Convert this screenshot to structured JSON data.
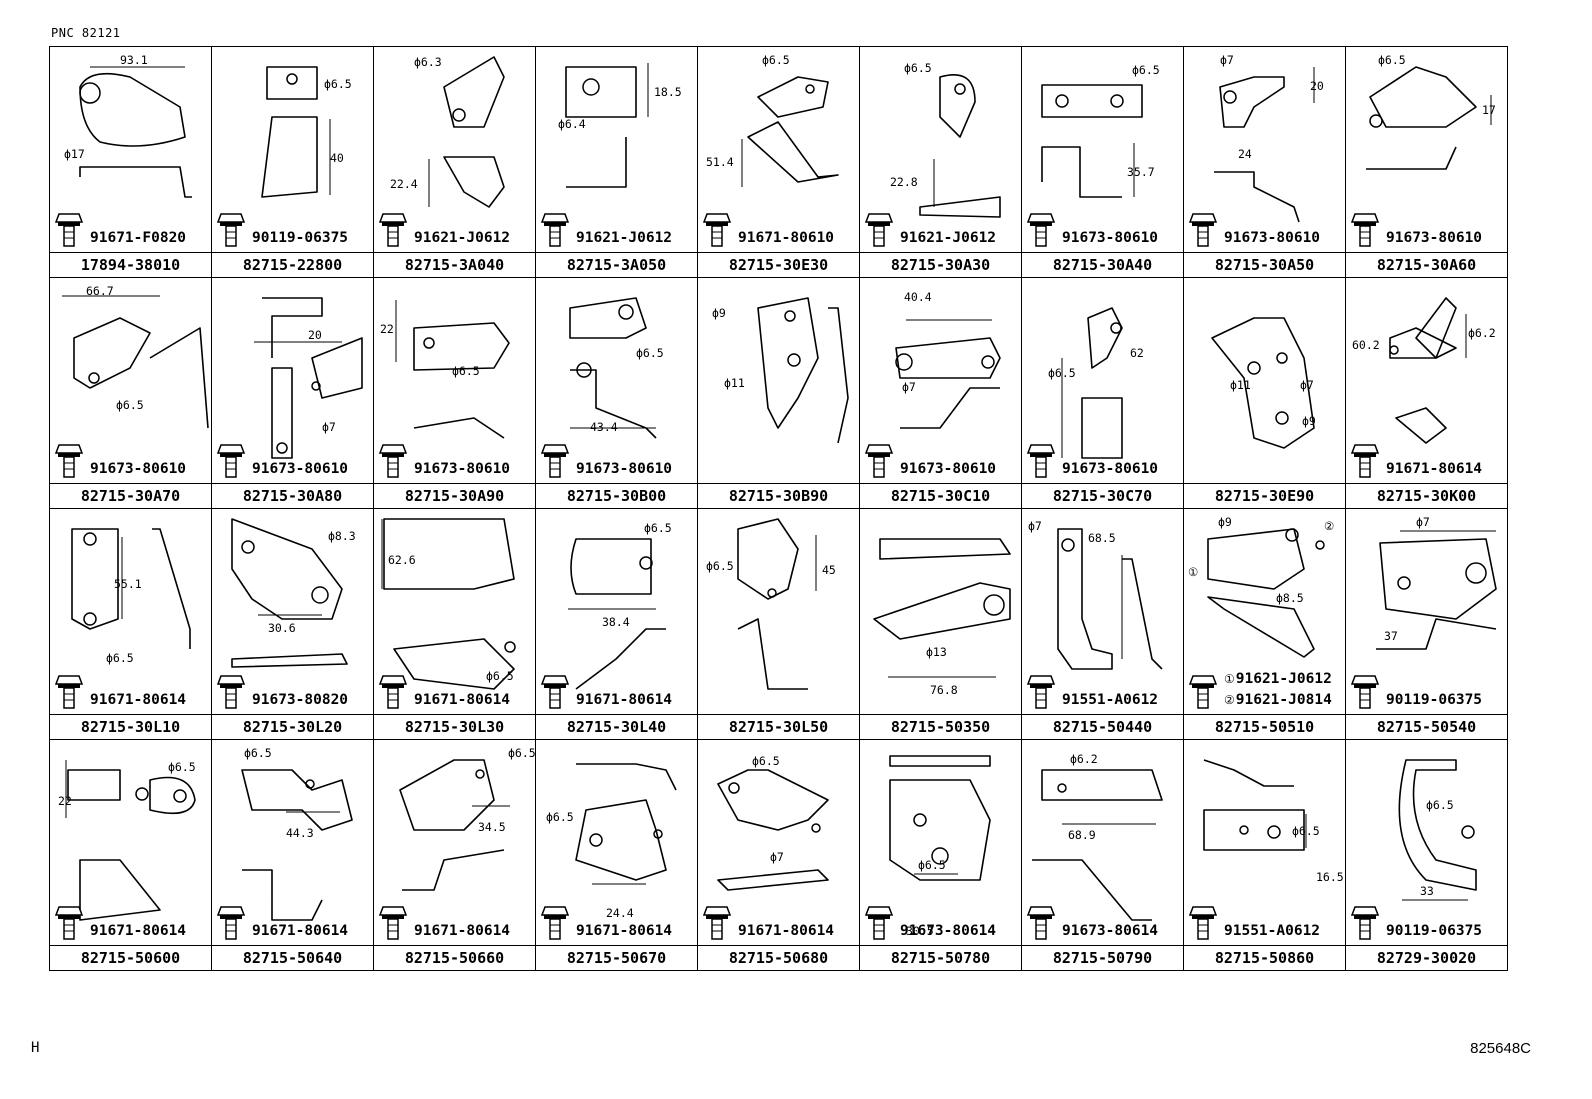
{
  "header": {
    "pnc": "PNC 82121"
  },
  "footer": {
    "left_mark": "H",
    "figure_id": "825648C"
  },
  "rows": [
    [
      {
        "part": "17894-38010",
        "bolt": "91671-F0820",
        "dims": [
          "93.1",
          "ϕ17"
        ]
      },
      {
        "part": "82715-22800",
        "bolt": "90119-06375",
        "dims": [
          "ϕ6.5",
          "40"
        ]
      },
      {
        "part": "82715-3A040",
        "bolt": "91621-J0612",
        "dims": [
          "ϕ6.3",
          "22.4"
        ]
      },
      {
        "part": "82715-3A050",
        "bolt": "91621-J0612",
        "dims": [
          "18.5",
          "ϕ6.4"
        ]
      },
      {
        "part": "82715-30E30",
        "bolt": "91671-80610",
        "dims": [
          "ϕ6.5",
          "51.4"
        ]
      },
      {
        "part": "82715-30A30",
        "bolt": "91621-J0612",
        "dims": [
          "ϕ6.5",
          "22.8"
        ]
      },
      {
        "part": "82715-30A40",
        "bolt": "91673-80610",
        "dims": [
          "ϕ6.5",
          "35.7"
        ]
      },
      {
        "part": "82715-30A50",
        "bolt": "91673-80610",
        "dims": [
          "ϕ7",
          "20",
          "24"
        ]
      },
      {
        "part": "82715-30A60",
        "bolt": "91673-80610",
        "dims": [
          "ϕ6.5",
          "17"
        ]
      }
    ],
    [
      {
        "part": "82715-30A70",
        "bolt": "91673-80610",
        "dims": [
          "66.7",
          "ϕ6.5"
        ]
      },
      {
        "part": "82715-30A80",
        "bolt": "91673-80610",
        "dims": [
          "20",
          "ϕ7"
        ]
      },
      {
        "part": "82715-30A90",
        "bolt": "91673-80610",
        "dims": [
          "22",
          "ϕ6.5"
        ]
      },
      {
        "part": "82715-30B00",
        "bolt": "91673-80610",
        "dims": [
          "ϕ6.5",
          "43.4"
        ]
      },
      {
        "part": "82715-30B90",
        "bolt": "",
        "dims": [
          "ϕ9",
          "ϕ11"
        ]
      },
      {
        "part": "82715-30C10",
        "bolt": "91673-80610",
        "dims": [
          "40.4",
          "ϕ7"
        ]
      },
      {
        "part": "82715-30C70",
        "bolt": "91673-80610",
        "dims": [
          "ϕ6.5",
          "62"
        ]
      },
      {
        "part": "82715-30E90",
        "bolt": "",
        "dims": [
          "ϕ7",
          "ϕ11",
          "ϕ9"
        ]
      },
      {
        "part": "82715-30K00",
        "bolt": "91671-80614",
        "dims": [
          "60.2",
          "ϕ6.2"
        ]
      }
    ],
    [
      {
        "part": "82715-30L10",
        "bolt": "91671-80614",
        "dims": [
          "55.1",
          "ϕ6.5"
        ]
      },
      {
        "part": "82715-30L20",
        "bolt": "91673-80820",
        "dims": [
          "ϕ8.3",
          "30.6"
        ]
      },
      {
        "part": "82715-30L30",
        "bolt": "91671-80614",
        "dims": [
          "62.6",
          "ϕ6.5"
        ]
      },
      {
        "part": "82715-30L40",
        "bolt": "91671-80614",
        "dims": [
          "ϕ6.5",
          "38.4"
        ]
      },
      {
        "part": "82715-30L50",
        "bolt": "",
        "dims": [
          "ϕ6.5",
          "45"
        ]
      },
      {
        "part": "82715-50350",
        "bolt": "",
        "dims": [
          "ϕ13",
          "76.8"
        ]
      },
      {
        "part": "82715-50440",
        "bolt": "91551-A0612",
        "dims": [
          "ϕ7",
          "68.5"
        ]
      },
      {
        "part": "82715-50510",
        "bolt": "",
        "bolt_pair": [
          {
            "mark": "①",
            "number": "91621-J0612"
          },
          {
            "mark": "②",
            "number": "91621-J0814"
          }
        ],
        "dims": [
          "ϕ9",
          "ϕ8.5",
          "①",
          "②"
        ]
      },
      {
        "part": "82715-50540",
        "bolt": "90119-06375",
        "dims": [
          "37",
          "ϕ7"
        ]
      }
    ],
    [
      {
        "part": "82715-50600",
        "bolt": "91671-80614",
        "dims": [
          "22",
          "ϕ6.5"
        ]
      },
      {
        "part": "82715-50640",
        "bolt": "91671-80614",
        "dims": [
          "ϕ6.5",
          "44.3"
        ]
      },
      {
        "part": "82715-50660",
        "bolt": "91671-80614",
        "dims": [
          "ϕ6.5",
          "34.5"
        ]
      },
      {
        "part": "82715-50670",
        "bolt": "91671-80614",
        "dims": [
          "ϕ6.5",
          "24.4"
        ]
      },
      {
        "part": "82715-50680",
        "bolt": "91671-80614",
        "dims": [
          "ϕ6.5",
          "ϕ7"
        ]
      },
      {
        "part": "82715-50780",
        "bolt": "91673-80614",
        "dims": [
          "ϕ6.5",
          "30.5"
        ]
      },
      {
        "part": "82715-50790",
        "bolt": "91673-80614",
        "dims": [
          "ϕ6.2",
          "68.9"
        ]
      },
      {
        "part": "82715-50860",
        "bolt": "91551-A0612",
        "dims": [
          "ϕ6.5",
          "16.5"
        ]
      },
      {
        "part": "82729-30020",
        "bolt": "90119-06375",
        "dims": [
          "ϕ6.5",
          "33"
        ]
      }
    ]
  ]
}
